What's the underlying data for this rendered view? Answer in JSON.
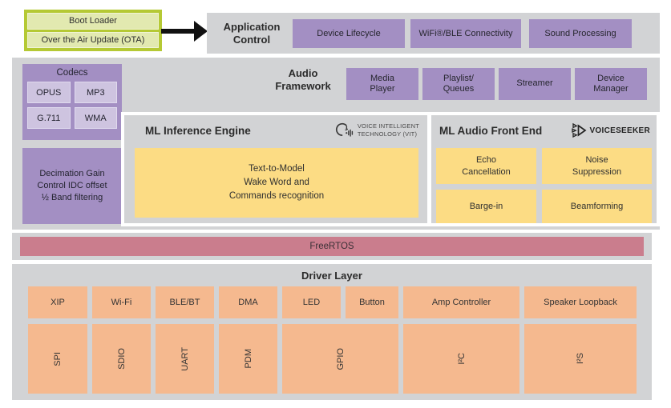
{
  "colors": {
    "panel_gray": "#d2d3d5",
    "purple": "#a38fc3",
    "purple_light": "#cec4e0",
    "yellow": "#fcdc84",
    "orange": "#f5b98f",
    "pink": "#ca7d8d",
    "green": "#b5c934",
    "green_light": "#e2e9b0",
    "arrow_black": "#111111"
  },
  "boot": {
    "items": [
      "Boot Loader",
      "Over the Air Update (OTA)"
    ]
  },
  "app_control": {
    "title": "Application\nControl",
    "boxes": [
      "Device Lifecycle",
      "WiFi®/BLE Connectivity",
      "Sound Processing"
    ]
  },
  "audio_framework": {
    "title": "Audio\nFramework",
    "boxes": [
      "Media\nPlayer",
      "Playlist/\nQueues",
      "Streamer",
      "Device\nManager"
    ]
  },
  "codecs": {
    "title": "Codecs",
    "items": [
      "OPUS",
      "MP3",
      "G.711",
      "WMA"
    ]
  },
  "decimation": {
    "label": "Decimation Gain\nControl IDC offset\n½ Band filtering"
  },
  "ml_inference": {
    "title": "ML Inference Engine",
    "logo": "VOICE INTELLIGENT\nTECHNOLOGY (VIT)",
    "content": "Text-to-Model\nWake Word and\nCommands recognition"
  },
  "ml_afe": {
    "title": "ML Audio Front End",
    "logo": "VOICESEEKER",
    "boxes": [
      "Echo\nCancellation",
      "Noise\nSuppression",
      "Barge-in",
      "Beamforming"
    ]
  },
  "rtos": {
    "label": "FreeRTOS"
  },
  "driver": {
    "title": "Driver Layer",
    "top_row": [
      "XIP",
      "Wi-Fi",
      "BLE/BT",
      "DMA",
      "LED",
      "Button",
      "Amp Controller",
      "Speaker Loopback"
    ],
    "bottom_row": [
      "SPI",
      "SDIO",
      "UART",
      "PDM",
      "GPIO",
      "I²C",
      "I²S"
    ]
  }
}
